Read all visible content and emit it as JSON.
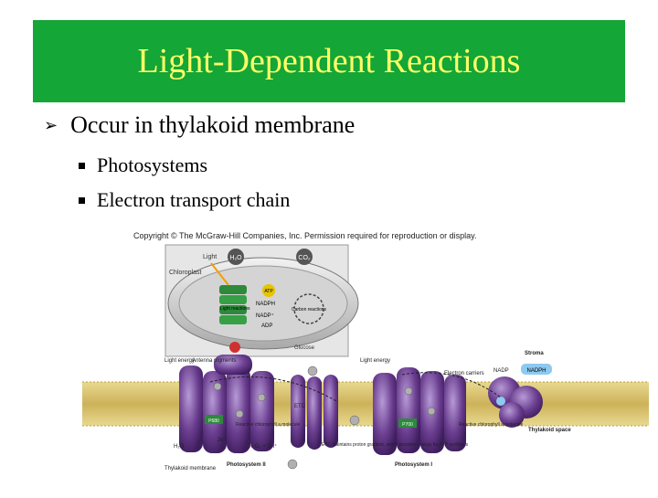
{
  "slide": {
    "title": "Light-Dependent Reactions",
    "bullets": [
      {
        "text": "Occur in thylakoid membrane",
        "sub": [
          "Photosystems",
          "Electron transport chain"
        ]
      }
    ]
  },
  "figure": {
    "copyright": "Copyright © The McGraw-Hill Companies, Inc. Permission required for reproduction or display.",
    "inset": {
      "light": "Light",
      "h2o": "H₂O",
      "co2": "CO₂",
      "chloroplast": "Chloroplast",
      "atp": "ATP",
      "nadph": "NADPH",
      "nadp": "NADP⁺",
      "adp": "ADP",
      "light_reactions": "Light reactions",
      "carbon_reactions": "Carbon reactions",
      "glucose": "Glucose"
    },
    "main": {
      "stroma": "Stroma",
      "light_energy_1": "Light energy",
      "antenna_pigments": "Antenna pigments",
      "light_energy_2": "Light energy",
      "electron_carriers": "Electron carriers",
      "etc": "ETC",
      "nadp": "NADP",
      "nadph": "NADPH",
      "p680": "P680",
      "p700": "P700",
      "reactive_chl_1": "Reactive chlorophyll a molecule",
      "reactive_chl_2": "Reactive chlorophyll a molecule",
      "water_eq_left": "H₂O",
      "water_eq_right": "½ O₂ + 2H⁺",
      "two_e": "2e⁻",
      "etc_note": "ETC maintains proton gradient, which provides energy for ATP synthesis",
      "thylakoid_space": "Thylakoid space",
      "thylakoid_membrane": "Thylakoid membrane",
      "photosystem_2": "Photosystem II",
      "photosystem_1": "Photosystem I",
      "h_plus": "H⁺"
    }
  },
  "colors": {
    "title_bg": "#14a636",
    "title_text": "#ffff66",
    "protein": "#6a3d8f",
    "membrane": "#d9c36a"
  }
}
